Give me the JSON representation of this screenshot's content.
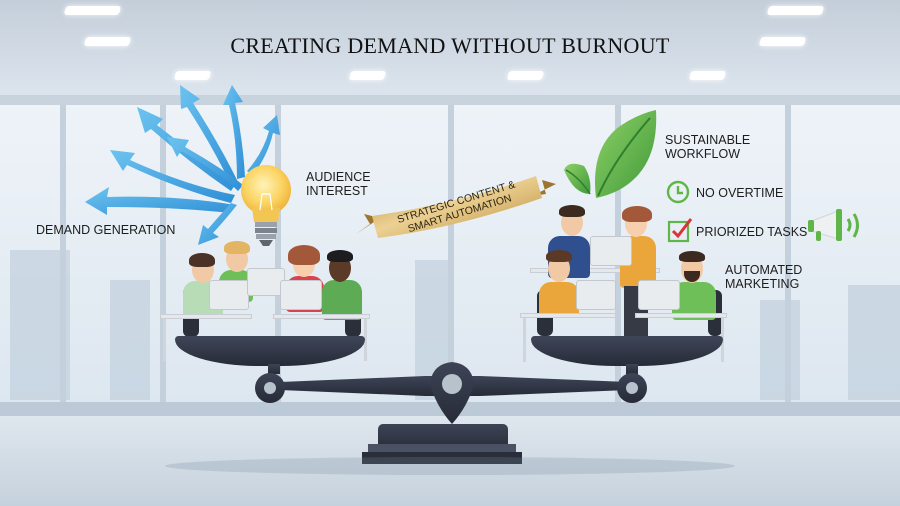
{
  "title": "CREATING DEMAND WITHOUT BURNOUT",
  "left_side": {
    "demand_label": "DEMAND GENERATION",
    "audience_label_line1": "AUDIENCE",
    "audience_label_line2": "INTEREST",
    "icons": [
      "arrows-burst-icon",
      "lightbulb-icon"
    ],
    "team_size": 4
  },
  "ribbon": {
    "line1": "STRATEGIC CONTENT &",
    "line2": "SMART AUTOMATION"
  },
  "right_side": {
    "sustainable_line1": "SUSTAINABLE",
    "sustainable_line2": "WORKFLOW",
    "no_overtime": "NO OVERTIME",
    "prioritized_tasks": "PRIORIZED TASKS",
    "automated_line1": "AUTOMATED",
    "automated_line2": "MARKETING",
    "icons": [
      "leaf-icon",
      "clock-icon",
      "checkbox-icon",
      "megaphone-icon"
    ],
    "team_size": 4
  },
  "colors": {
    "arrow_blue": "#3a9fdc",
    "leaf_green": "#5fb548",
    "ribbon_gold": "#c9a45a",
    "scale_dark": "#2c3140",
    "check_red": "#d8343a"
  }
}
